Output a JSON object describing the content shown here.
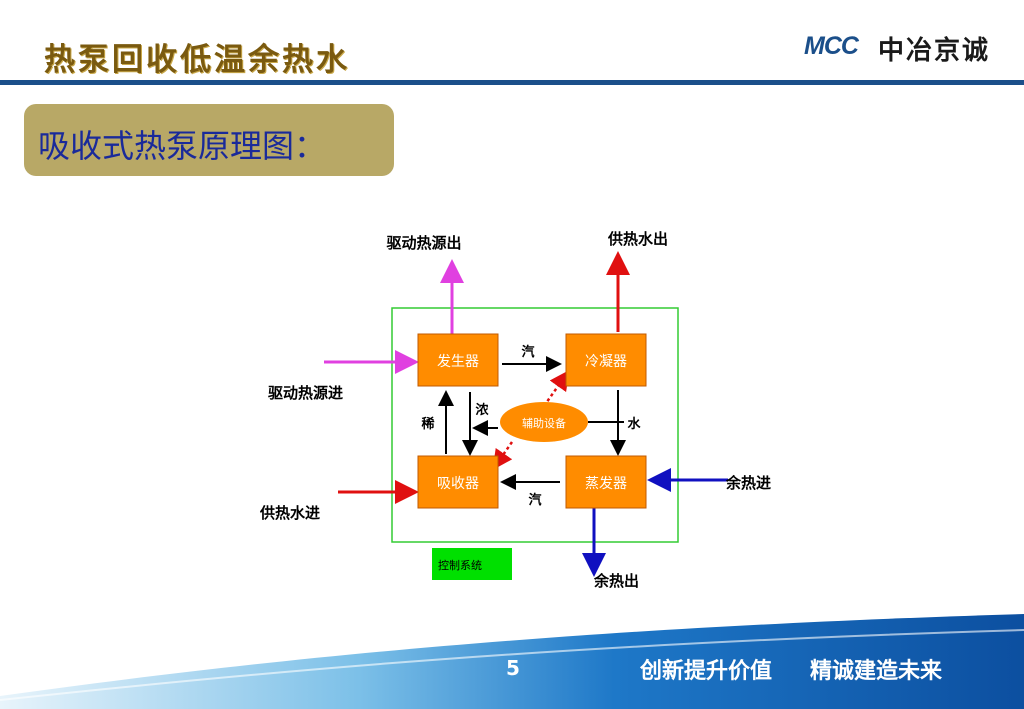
{
  "header": {
    "title": "热泵回收低温余热水",
    "logo_mark": "MCC",
    "logo_text": "中冶京诚"
  },
  "subtitle": "吸收式热泵原理图：",
  "diagram": {
    "boxes": {
      "generator": "发生器",
      "condenser": "冷凝器",
      "absorber": "吸收器",
      "evaporator": "蒸发器",
      "auxiliary": "辅助设备",
      "control": "控制系统"
    },
    "flow_labels": {
      "steam_top": "汽",
      "steam_bottom": "汽",
      "dilute": "稀",
      "concentrated": "浓",
      "water": "水"
    },
    "io_labels": {
      "drive_heat_out": "驱动热源出",
      "drive_heat_in": "驱动热源进",
      "supply_water_out": "供热水出",
      "supply_water_in": "供热水进",
      "waste_heat_in": "余热进",
      "waste_heat_out": "余热出"
    },
    "colors": {
      "box_fill": "#ff8c00",
      "box_border": "#c05a00",
      "frame": "#33cc33",
      "control_fill": "#00e000",
      "drive_arrow": "#e040e0",
      "supply_arrow": "#e01010",
      "waste_arrow": "#1010c0"
    }
  },
  "footer": {
    "page_number": "5",
    "slogan_left": "创新提升价值",
    "slogan_right": "精诚建造未来"
  }
}
